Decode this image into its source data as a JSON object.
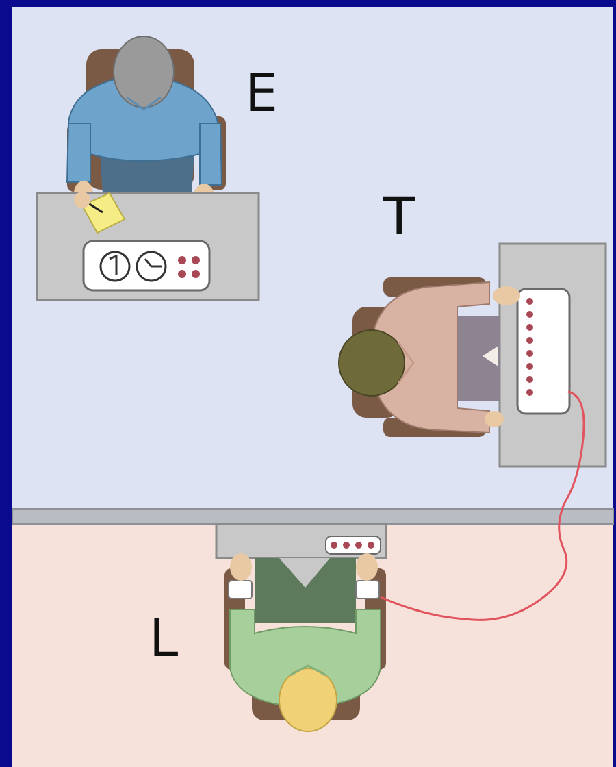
{
  "labels": {
    "experimenter": "E",
    "teacher": "T",
    "learner": "L"
  },
  "colors": {
    "frame": "#0a0a8f",
    "upper_room": "#dde3f3",
    "lower_room": "#f6e2da",
    "wall": "#b9bcc2",
    "desk": "#c8c8c8",
    "desk_border": "#8a8a8a",
    "panel": "#ffffff",
    "button": "#a94855",
    "wire": "#e2545d",
    "chair": "#7a5a44",
    "experimenter_shirt": "#6ea3cc",
    "experimenter_hair": "#9a9a9a",
    "experimenter_pants": "#4e6f8a",
    "teacher_shirt": "#d8b3a3",
    "teacher_hair": "#6f6a3a",
    "teacher_pants": "#8e8390",
    "learner_shirt": "#a6cf9c",
    "learner_hair": "#f0d175",
    "learner_pants": "#5e7a5c",
    "skin": "#e8c9a4",
    "notepad": "#f5ec86"
  },
  "icons": [
    "stopwatch-icon",
    "clock-icon",
    "indicator-lights-icon"
  ]
}
